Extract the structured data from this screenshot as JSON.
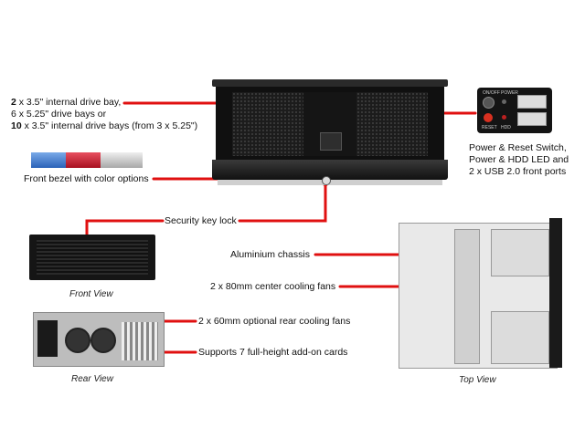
{
  "labels": {
    "drive_bays_line1_num": "2",
    "drive_bays_line1": " x 3.5\" internal drive bay,",
    "drive_bays_line2": "6 x 5.25\" drive bays or",
    "drive_bays_line3_num": "10",
    "drive_bays_line3": " x 3.5\" internal drive bays (from 3 x 5.25\")",
    "front_bezel": "Front bezel with color options",
    "security_lock": "Security key lock",
    "power_reset_line1": "Power & Reset Switch,",
    "power_reset_line2": "Power & HDD LED and",
    "power_reset_line3": "2 x USB 2.0 front ports",
    "aluminium_chassis": "Aluminium chassis",
    "center_fans": "2 x 80mm center cooling fans",
    "rear_fans": "2 x 60mm optional rear cooling fans",
    "addon_cards": "Supports 7 full-height add-on cards"
  },
  "captions": {
    "front_view": "Front View",
    "rear_view": "Rear View",
    "top_view": "Top View"
  },
  "panel": {
    "on_off": "ON/OFF",
    "power": "POWER",
    "reset": "RESET",
    "hdd": "HDD"
  },
  "colors": {
    "callout_red": "#e01010",
    "bezel_blue": "#3a78c8",
    "bezel_red": "#c81c28",
    "bezel_silver": "#c9c9c9"
  }
}
